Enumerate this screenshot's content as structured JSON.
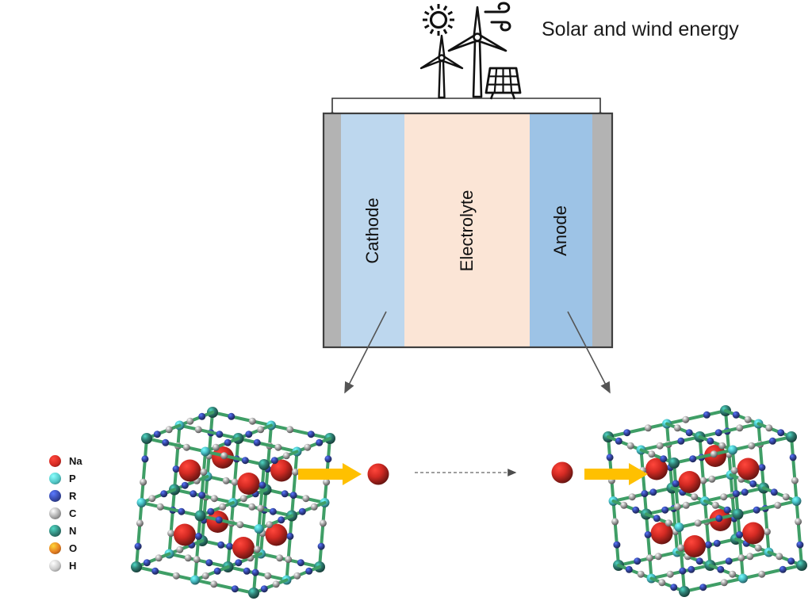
{
  "header": {
    "energy_caption": "Solar and wind energy"
  },
  "battery": {
    "cathode_label": "Cathode",
    "electrolyte_label": "Electrolyte",
    "anode_label": "Anode",
    "colors": {
      "collector": "#b3b3b3",
      "cathode": "#bdd7ee",
      "electrolyte": "#fbe5d6",
      "anode": "#9dc3e6",
      "border": "#3f3f3f"
    }
  },
  "ion_path": {
    "arrow_color": "#ffc000",
    "dash_color": "#7f7f7f"
  },
  "crystal": {
    "bond_color": "#3f9e66",
    "corner_teal": "#2f7f74",
    "corner_cyan": "#49c2c9",
    "edge_blue": "#3547a5",
    "edge_gray": "#aaaaaa",
    "na_color": "#d42a23"
  },
  "legend": {
    "items": [
      {
        "label": "Na",
        "color": "#d42a23"
      },
      {
        "label": "P",
        "color": "#52c7c6"
      },
      {
        "label": "R",
        "color": "#3547a5"
      },
      {
        "label": "C",
        "color": "#a6a6a6"
      },
      {
        "label": "N",
        "color": "#2f7f74"
      },
      {
        "label": "O",
        "color": "#e57e22"
      },
      {
        "label": "H",
        "color": "#c9c9c9"
      }
    ]
  }
}
